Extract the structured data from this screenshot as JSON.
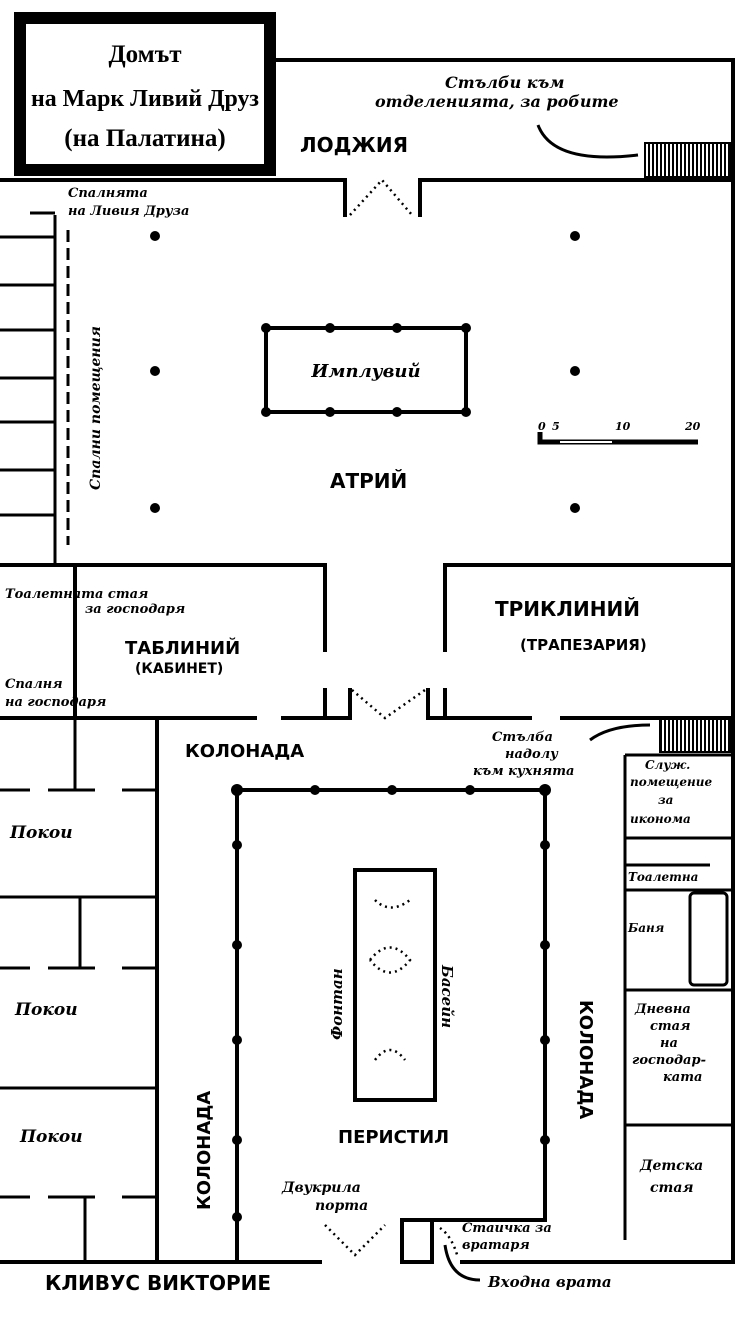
{
  "title": {
    "line1": "Домът",
    "line2": "на Марк Ливий Друз",
    "line3": "(на Палатина)"
  },
  "rooms": {
    "loggia": "ЛОДЖИЯ",
    "atrium": "АТРИЙ",
    "impluvium": "Имплувий",
    "triclinium": "ТРИКЛИНИЙ",
    "triclinium_sub": "(ТРАПЕЗАРИЯ)",
    "tablinum": "ТАБЛИНИЙ",
    "tablinum_sub": "(КАБИНЕТ)",
    "colonnade_top": "КОЛОНАДА",
    "colonnade_left": "КОЛОНАДА",
    "colonnade_right": "КОЛОНАДА",
    "peristyle": "ПЕРИСТИЛ",
    "fountain": "Фонтан",
    "pool": "Басейн",
    "chambers": [
      "Покои",
      "Покои",
      "Покои"
    ],
    "street": "КЛИВУС ВИКТОРИЕ"
  },
  "notes": {
    "slave_stairs": [
      "Стълби към",
      "отделенията, за робите"
    ],
    "livia_bedroom": [
      "Спалнята",
      "на Ливия Друза"
    ],
    "bedrooms": "Спални помещения",
    "master_dressing": [
      "Тоалетната стая",
      "за господаря"
    ],
    "master_bedroom": [
      "Спалня",
      "на господаря"
    ],
    "kitchen_stairs": [
      "Стълба",
      "надолу",
      "към кухнята"
    ],
    "steward": [
      "Служ.",
      "помещение",
      "за",
      "иконома"
    ],
    "toilet": "Тоалетна",
    "bath": "Баня",
    "mistress_room": [
      "Дневна",
      "стая",
      "на",
      "господар-",
      "ката"
    ],
    "nursery": [
      "Детска",
      "стая"
    ],
    "double_door": [
      "Двукрила",
      "порта"
    ],
    "porter": [
      "Стаичка за",
      "вратаря"
    ],
    "entrance": "Входна врата"
  },
  "scale": {
    "ticks": [
      "0",
      "5",
      "10",
      "20"
    ]
  }
}
